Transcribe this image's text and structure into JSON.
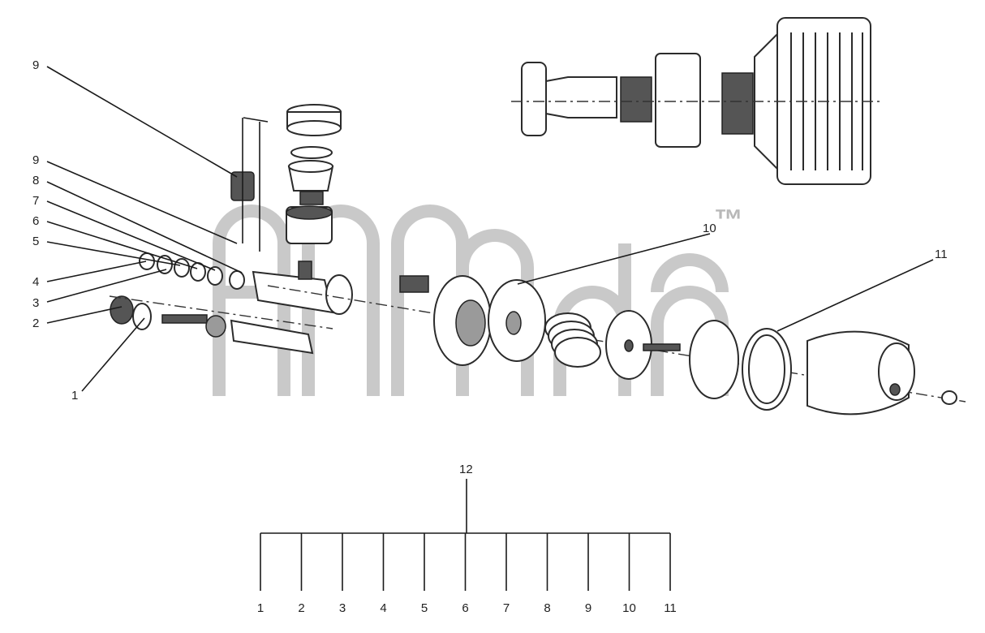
{
  "watermark": {
    "mark": "™"
  },
  "callouts": {
    "c9a": "9",
    "c9b": "9",
    "c8": "8",
    "c7": "7",
    "c6": "6",
    "c5": "5",
    "c4": "4",
    "c3": "3",
    "c2": "2",
    "c1": "1",
    "c10": "10",
    "c11": "11",
    "c12": "12"
  },
  "assembly_tree": {
    "root_label": "12",
    "children": [
      "1",
      "2",
      "3",
      "4",
      "5",
      "6",
      "7",
      "8",
      "9",
      "10",
      "11"
    ]
  }
}
